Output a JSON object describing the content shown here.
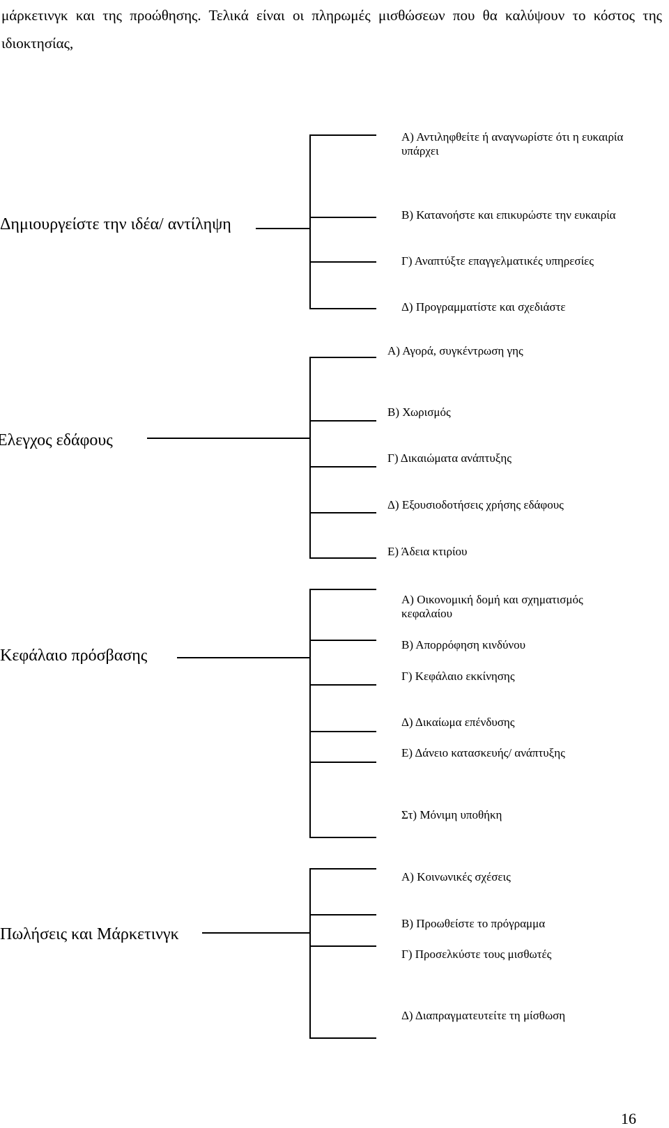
{
  "document": {
    "intro_text": "μάρκετινγκ και της προώθησης. Τελικά είναι οι πληρωμές μισθώσεων που θα καλύψουν το κόστος της ιδιοκτησίας,",
    "page_number": "16"
  },
  "diagram": {
    "groups": [
      {
        "label": "Δημιουργείστε την ιδέα/ αντίληψη",
        "items": [
          "Α) Αντιληφθείτε ή αναγνωρίστε ότι η ευκαιρία υπάρχει",
          "Β) Κατανοήστε και επικυρώστε την ευκαιρία",
          "Γ) Αναπτύξτε επαγγελματικές υπηρεσίες",
          "Δ) Προγραμματίστε και σχεδιάστε"
        ]
      },
      {
        "label": "Έλεγχος εδάφους",
        "items": [
          "Α) Αγορά, συγκέντρωση γης",
          "Β) Χωρισμός",
          "Γ) Δικαιώματα ανάπτυξης",
          "Δ) Εξουσιοδοτήσεις χρήσης εδάφους",
          "Ε) Άδεια κτιρίου"
        ]
      },
      {
        "label": "Κεφάλαιο πρόσβασης",
        "items": [
          "Α) Οικονομική δομή και σχηματισμός κεφαλαίου",
          "Β) Απορρόφηση κινδύνου",
          "Γ) Κεφάλαιο εκκίνησης",
          "Δ) Δικαίωμα επένδυσης",
          "Ε) Δάνειο κατασκευής/ ανάπτυξης",
          "Στ) Μόνιμη υποθήκη"
        ]
      },
      {
        "label": "Πωλήσεις και Μάρκετινγκ",
        "items": [
          "Α) Κοινωνικές σχέσεις",
          "Β) Προωθείστε το πρόγραμμα",
          "Γ) Προσελκύστε τους μισθωτές",
          "Δ) Διαπραγματευτείτε τη μίσθωση"
        ]
      }
    ]
  }
}
